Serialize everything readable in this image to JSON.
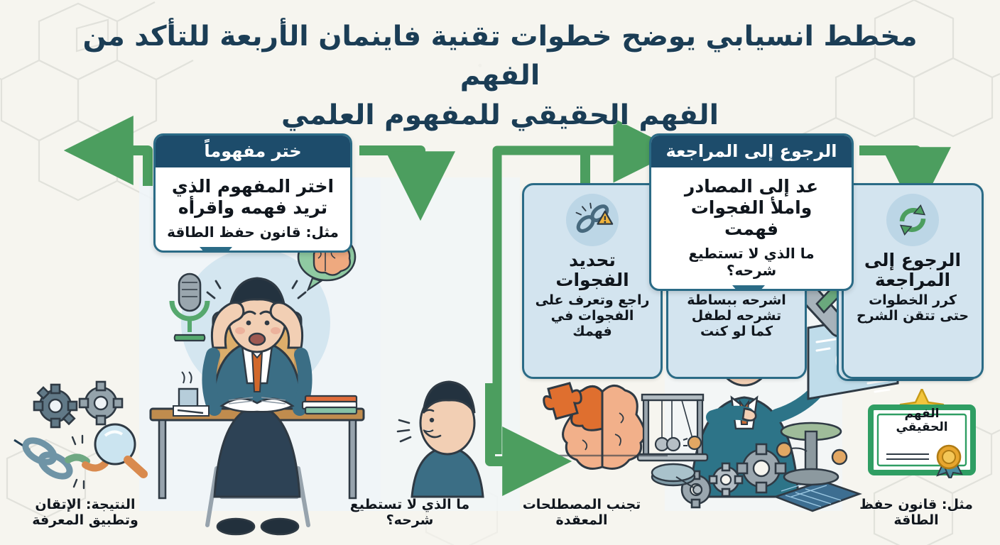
{
  "title": {
    "line1": "مخطط انسيابي يوضح خطوات تقنية فاينمان الأربعة للتأكد من الفهم",
    "line2": "الفهم الحقيقي للمفهوم العلمي"
  },
  "colors": {
    "page_background": "#f6f5ef",
    "card_background": "#d3e4ef",
    "card_border": "#2b6b86",
    "callout_header": "#1d4c6b",
    "callout_background": "#ffffff",
    "arrow_green": "#4c9e5f",
    "title_navy": "#1b3d55",
    "icon_circle": "#bcd6e6",
    "certificate_green": "#2f9e63",
    "star_gold": "#f2c53d"
  },
  "steps": [
    {
      "id": "step-1",
      "icon": "open-book-magnifier-icon",
      "title": "ختر\nمفهوماً",
      "desc": "قانون حفظ\nحفظ الطاقة"
    },
    {
      "id": "step-2",
      "icon": "brain-icon",
      "title": "شرحه\nببساطة",
      "desc": "اشرحه ببساطة\nتشرحه لطفل\nكما لو كنت"
    },
    {
      "id": "step-3",
      "icon": "broken-chain-warning-icon",
      "title": "تحديد\nالفجوات",
      "desc": "راجع وتعرف على\nالفجوات في فهمك"
    },
    {
      "id": "step-4",
      "icon": "refresh-cycle-icon",
      "title": "الرجوع إلى\nالمراجعة",
      "desc": "كرر الخطوات\nحتى تتقن الشرح"
    }
  ],
  "callouts": [
    {
      "id": "callout-left",
      "header": "ختر مفهوماً",
      "main": "اختر المفهوم الذي\nتريد فهمه واقرأه",
      "sub": "مثل: قانون حفظ الطاقة"
    },
    {
      "id": "callout-right",
      "header": "الرجوع إلى المراجعة",
      "main": "عد إلى المصادر\nواملأ الفجوات فهمت",
      "sub": "ما الذي لا تستطيع شرحه؟"
    }
  ],
  "bottom_captions": [
    {
      "id": "caption-1",
      "text": "مثل: قانون حفظ\nالطاقة"
    },
    {
      "id": "caption-2",
      "text": "تجنب المصطلحات\nالمعقدة"
    },
    {
      "id": "caption-3",
      "text": "ما الذي لا تستطيع\nشرحه؟"
    },
    {
      "id": "caption-4",
      "text": "النتيجة: الإتقان\nوتطبيق المعرفة"
    }
  ],
  "certificate": {
    "text": "الفهم\nالحقيقي",
    "badges": [
      "star-icon",
      "ribbon-seal-icon"
    ]
  },
  "illustrations": [
    {
      "id": "stressed-student-illustration",
      "label": "stressed-student-at-desk"
    },
    {
      "id": "speaking-person-illustration",
      "label": "person-speaking-profile"
    },
    {
      "id": "brain-puzzle-illustration",
      "label": "brain-with-missing-puzzle-piece"
    },
    {
      "id": "teacher-tablet-illustration",
      "label": "teacher-pointing-at-tablet"
    },
    {
      "id": "gears-chain-magnifier-illustration",
      "label": "gears-broken-chain-magnifier"
    },
    {
      "id": "microphone-illustration",
      "label": "microphone-icon"
    },
    {
      "id": "brain-bubble-illustration",
      "label": "brain-thought-bubble"
    },
    {
      "id": "newtons-cradle-illustration",
      "label": "newtons-cradle"
    },
    {
      "id": "wrench-screwdriver-illustration",
      "label": "wrench-and-screwdriver"
    }
  ]
}
